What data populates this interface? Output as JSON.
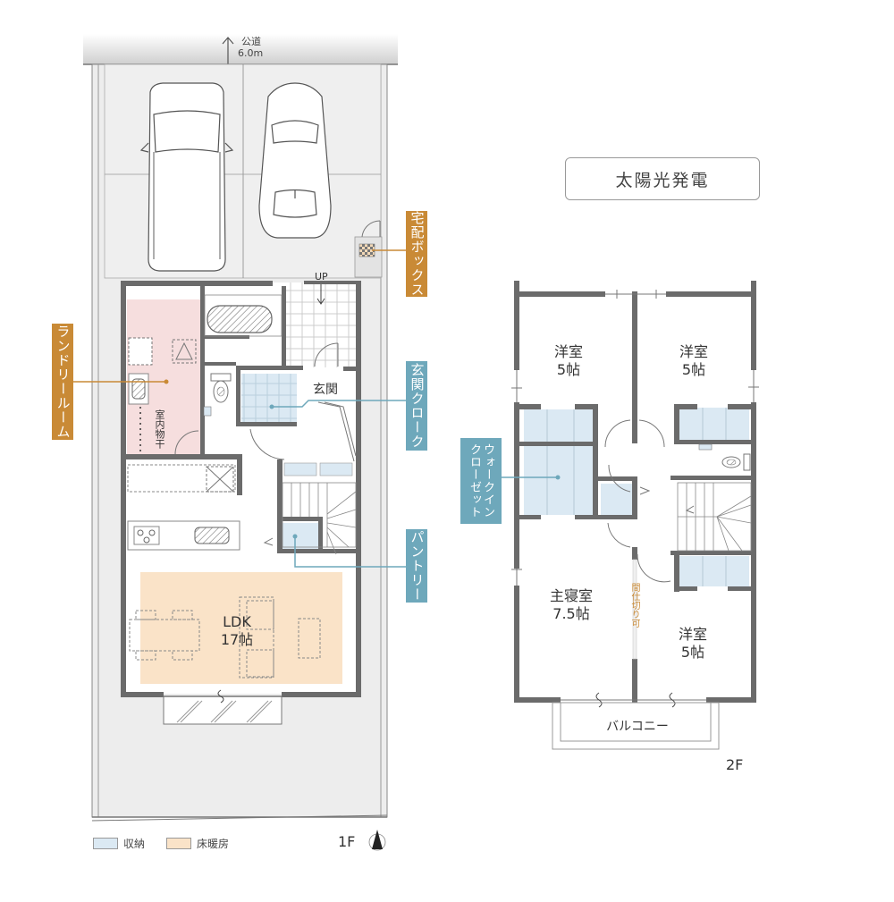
{
  "road": {
    "label": "公道",
    "width": "6.0m"
  },
  "solar": {
    "label": "太陽光発電"
  },
  "callouts": {
    "delivery_box": "宅配ボックス",
    "laundry_room": "ランドリールーム",
    "entrance_cloak": "玄関クローク",
    "pantry": "パントリー",
    "walk_in_closet": "ウォークインクローゼット"
  },
  "floor1": {
    "label": "1F",
    "rooms": {
      "ldk": {
        "name": "LDK",
        "size": "17帖"
      },
      "entrance": {
        "name": "玄関"
      },
      "indoor_drying": {
        "name": "室内物干"
      },
      "up": {
        "name": "UP"
      }
    }
  },
  "floor2": {
    "label": "2F",
    "rooms": {
      "western_nw": {
        "name": "洋室",
        "size": "5帖"
      },
      "western_ne": {
        "name": "洋室",
        "size": "5帖"
      },
      "master": {
        "name": "主寝室",
        "size": "7.5帖"
      },
      "western_se": {
        "name": "洋室",
        "size": "5帖"
      },
      "partition": {
        "name": "間仕切り可"
      },
      "balcony": {
        "name": "バルコニー"
      }
    }
  },
  "legend": {
    "items": [
      {
        "label": "収納",
        "color": "#dbe9f3"
      },
      {
        "label": "床暖房",
        "color": "#fae3c8"
      }
    ]
  },
  "colors": {
    "wall": "#6b6b6b",
    "storage": "#dbe9f3",
    "floor_heating": "#fae3c8",
    "laundry": "#f6dede",
    "callout_orange": "#c98a36",
    "callout_blue": "#6ea8bb",
    "site": "#ededed"
  }
}
